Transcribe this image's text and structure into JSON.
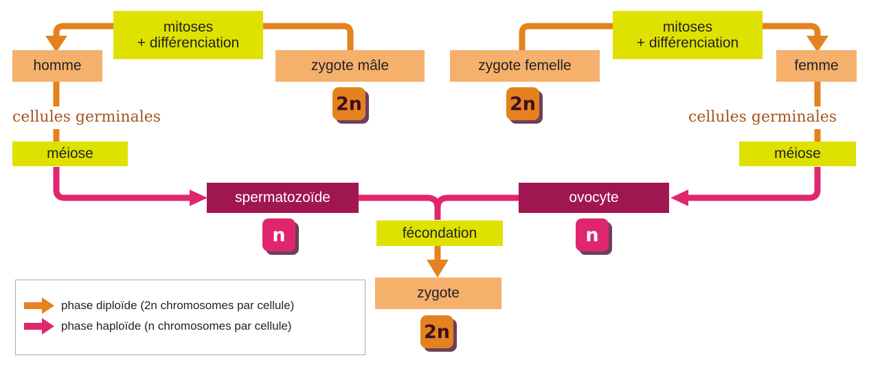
{
  "colors": {
    "diploid": "#e4821f",
    "haploid": "#e0266f",
    "peach": "#f5b06c",
    "lime": "#dfe100",
    "plum": "#a01650",
    "brown": "#a4541f"
  },
  "left_cycle": {
    "mitoses_line1": "mitoses",
    "mitoses_line2": "+ différenciation",
    "adult": "homme",
    "zygote": "zygote mâle",
    "zygote_ploidy": "2n",
    "germinal": "cellules germinales",
    "meiosis": "méiose",
    "gamete": "spermatozoïde",
    "gamete_ploidy": "n"
  },
  "right_cycle": {
    "mitoses_line1": "mitoses",
    "mitoses_line2": "+ différenciation",
    "adult": "femme",
    "zygote": "zygote femelle",
    "zygote_ploidy": "2n",
    "germinal": "cellules germinales",
    "meiosis": "méiose",
    "gamete": "ovocyte",
    "gamete_ploidy": "n"
  },
  "center": {
    "fertilization": "fécondation",
    "zygote": "zygote",
    "zygote_ploidy": "2n"
  },
  "legend": {
    "items": [
      {
        "label": "phase diploïde (2n chromosomes par cellule)",
        "color": "diploid",
        "icon": "orange-arrow-icon"
      },
      {
        "label": "phase haploïde (n chromosomes par cellule)",
        "color": "haploid",
        "icon": "pink-arrow-icon"
      }
    ]
  }
}
